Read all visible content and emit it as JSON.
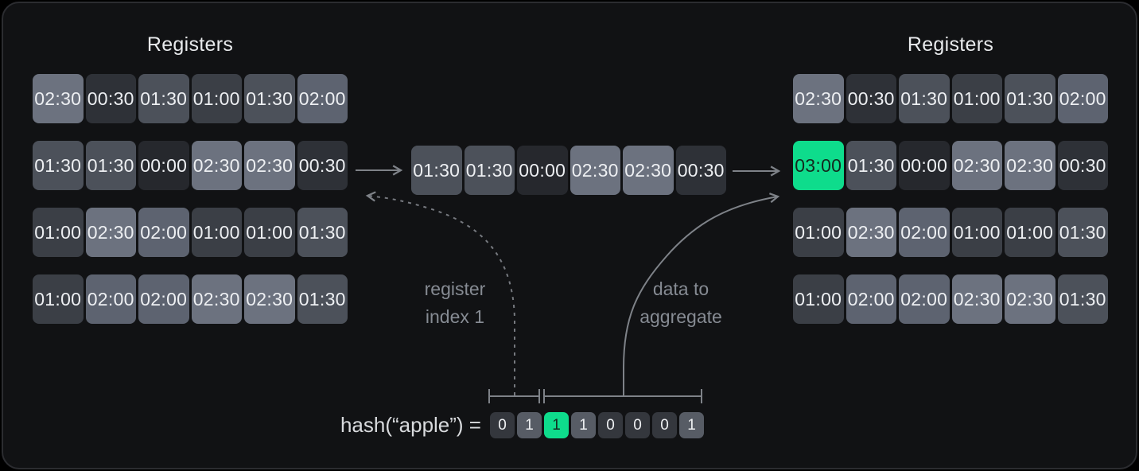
{
  "colors": {
    "panel_bg": "#111214",
    "panel_border": "#2b2c30",
    "cell_text": "#edeff2",
    "highlight_bg": "#0edc8c",
    "highlight_text": "#14291e",
    "arrow": "#7e8288",
    "value_colors": {
      "00:00": "#26282d",
      "00:30": "#2e3137",
      "01:00": "#3b3f46",
      "01:30": "#4c515a",
      "02:00": "#5d6370",
      "02:30": "#6c727f",
      "03:00": "#0edc8c"
    },
    "bit_zero_bg": "#34373d",
    "bit_one_bg": "#575c65"
  },
  "left_registers": {
    "title": "Registers",
    "rows": [
      [
        "02:30",
        "00:30",
        "01:30",
        "01:00",
        "01:30",
        "02:00"
      ],
      [
        "01:30",
        "01:30",
        "00:00",
        "02:30",
        "02:30",
        "00:30"
      ],
      [
        "01:00",
        "02:30",
        "02:00",
        "01:00",
        "01:00",
        "01:30"
      ],
      [
        "01:00",
        "02:00",
        "02:00",
        "02:30",
        "02:30",
        "01:30"
      ]
    ]
  },
  "middle_row": {
    "cells": [
      "01:30",
      "01:30",
      "00:00",
      "02:30",
      "02:30",
      "00:30"
    ]
  },
  "right_registers": {
    "title": "Registers",
    "rows": [
      [
        "02:30",
        "00:30",
        "01:30",
        "01:00",
        "01:30",
        "02:00"
      ],
      [
        "03:00",
        "01:30",
        "00:00",
        "02:30",
        "02:30",
        "00:30"
      ],
      [
        "01:00",
        "02:30",
        "02:00",
        "01:00",
        "01:00",
        "01:30"
      ],
      [
        "01:00",
        "02:00",
        "02:00",
        "02:30",
        "02:30",
        "01:30"
      ]
    ],
    "highlight": {
      "row": 1,
      "col": 0
    }
  },
  "annotations": {
    "register_index": {
      "line1": "register",
      "line2": "index 1"
    },
    "data_aggregate": {
      "line1": "data to",
      "line2": "aggregate"
    }
  },
  "hash": {
    "label": "hash(“apple”) =",
    "bits": [
      "0",
      "1",
      "1",
      "1",
      "0",
      "0",
      "0",
      "1"
    ],
    "highlight_index": 2
  }
}
